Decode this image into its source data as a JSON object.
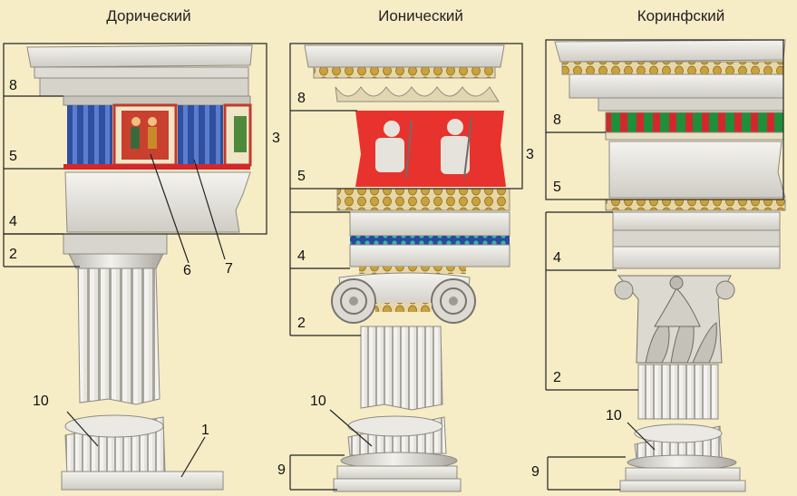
{
  "titles": {
    "doric": "Дорический",
    "ionic": "Ионический",
    "corinthian": "Коринфский"
  },
  "labels": {
    "doric": {
      "l8": "8",
      "l5": "5",
      "l4": "4",
      "l2": "2",
      "l3": "3",
      "l6": "6",
      "l7": "7",
      "l10": "10",
      "l1": "1"
    },
    "ionic": {
      "l8": "8",
      "l5": "5",
      "l4": "4",
      "l2": "2",
      "l3": "3",
      "l10": "10",
      "l9": "9"
    },
    "corinthian": {
      "l8": "8",
      "l5": "5",
      "l4": "4",
      "l2": "2",
      "l10": "10",
      "l9": "9"
    }
  },
  "colors": {
    "background": "#f6ecc6",
    "stone": "#e9e7e1",
    "shadow": "#b9b6ae",
    "triglyph_blue": "#2f4fa0",
    "frieze_red": "#e8322e",
    "dentil_green": "#1f8f3a",
    "gold": "#c9a23c"
  }
}
